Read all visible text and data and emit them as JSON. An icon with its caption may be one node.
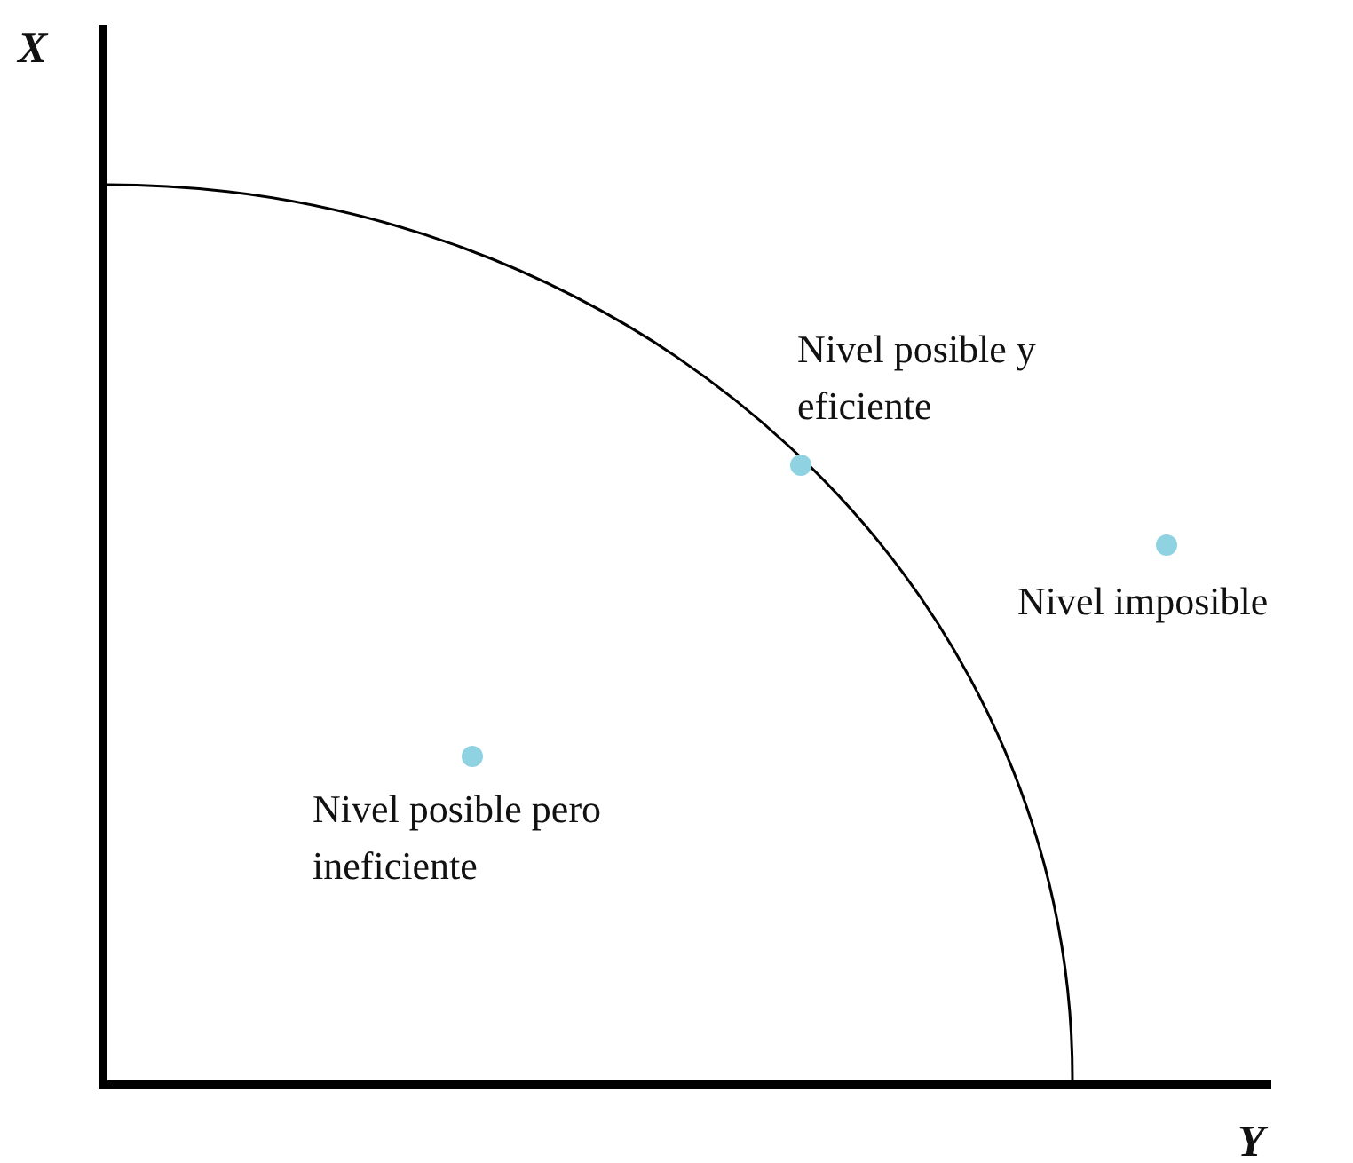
{
  "diagram": {
    "labels": [
      "X",
      "Nivel posible y eficiente",
      "Nivel imposible",
      "Nivel posible pero ineficiente",
      "Y"
    ]
  }
}
